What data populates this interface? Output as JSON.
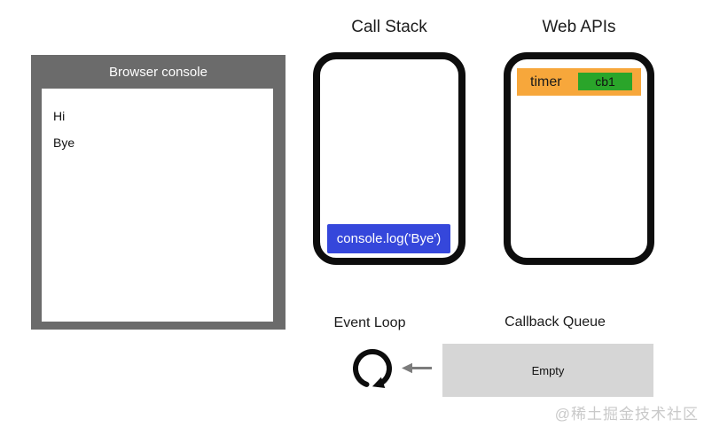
{
  "browser_console": {
    "title": "Browser console",
    "logs": [
      "Hi",
      "Bye"
    ]
  },
  "call_stack": {
    "title": "Call Stack",
    "frames": [
      "console.log('Bye')"
    ]
  },
  "web_apis": {
    "title": "Web APIs",
    "items": [
      {
        "label": "timer",
        "badge": "cb1"
      }
    ]
  },
  "event_loop": {
    "title": "Event Loop",
    "icon": "clockwise-loop-arrow-icon"
  },
  "callback_queue": {
    "title": "Callback Queue",
    "status": "Empty"
  },
  "flow": {
    "arrow_icon": "left-arrow-icon"
  },
  "watermark": "@稀土掘金技术社区",
  "colors": {
    "console_gray": "#6b6b6b",
    "frame_blue": "#3547db",
    "task_orange": "#f7a73b",
    "badge_green": "#2aa52a",
    "queue_gray": "#d6d6d6",
    "outline_black": "#0d0d0d",
    "arrow_gray": "#7c7c7c",
    "watermark_gray": "#c9c9c9"
  }
}
